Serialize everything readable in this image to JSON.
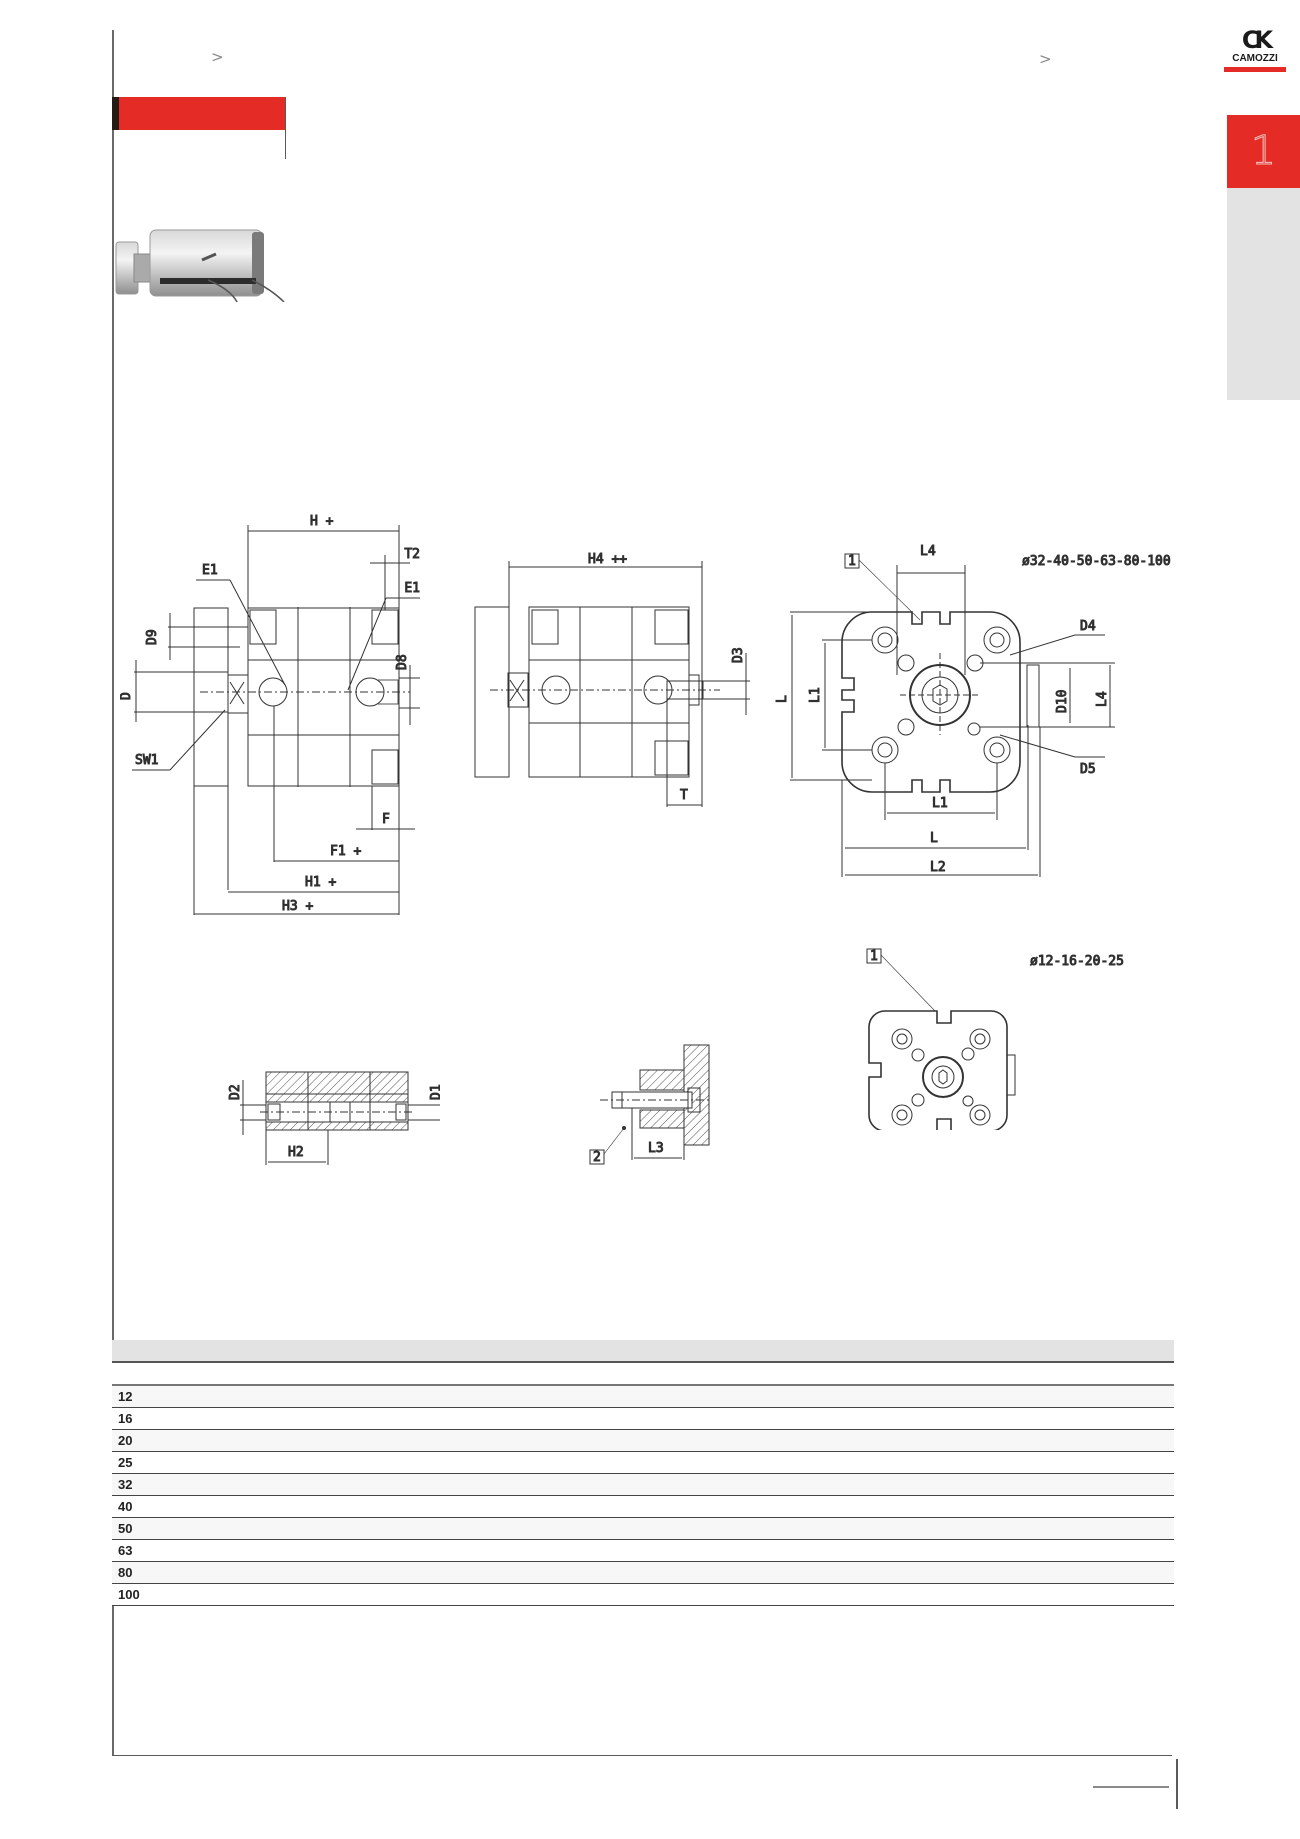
{
  "header": {
    "breadcrumb_separator_left": ">",
    "breadcrumb_separator_right": ">",
    "brand": {
      "mark": "CK",
      "name": "CAMOZZI",
      "accent_color": "#e52b25"
    },
    "chapter_tab": {
      "number": "1"
    },
    "section_bar_color": "#e52b25"
  },
  "product_image": {
    "alt": "compact pneumatic cylinder"
  },
  "drawings": {
    "side_view": {
      "labels": [
        "H +",
        "T2",
        "E1",
        "E1",
        "D9",
        "D8",
        "D",
        "SW1",
        "F",
        "F1 +",
        "H1 +",
        "H3 +"
      ]
    },
    "side_view_rod": {
      "labels": [
        "H4 ++",
        "D3",
        "T"
      ]
    },
    "front_view_large": {
      "bore_range": "ø32-40-50-63-80-100",
      "callout": "1",
      "labels": [
        "L4",
        "D4",
        "L",
        "L1",
        "D10",
        "L4",
        "D5",
        "L1",
        "L",
        "L2"
      ]
    },
    "front_view_small": {
      "bore_range": "ø12-16-20-25",
      "callout": "1"
    },
    "mounting_through": {
      "labels": [
        "D2",
        "D1",
        "H2"
      ]
    },
    "mounting_front": {
      "callout": "2",
      "labels": [
        "L3"
      ]
    }
  },
  "table": {
    "header_row": [
      ""
    ],
    "sub_header_row": [
      ""
    ],
    "rows": [
      {
        "bore": "12"
      },
      {
        "bore": "16"
      },
      {
        "bore": "20"
      },
      {
        "bore": "25"
      },
      {
        "bore": "32"
      },
      {
        "bore": "40"
      },
      {
        "bore": "50"
      },
      {
        "bore": "63"
      },
      {
        "bore": "80"
      },
      {
        "bore": "100"
      }
    ]
  }
}
